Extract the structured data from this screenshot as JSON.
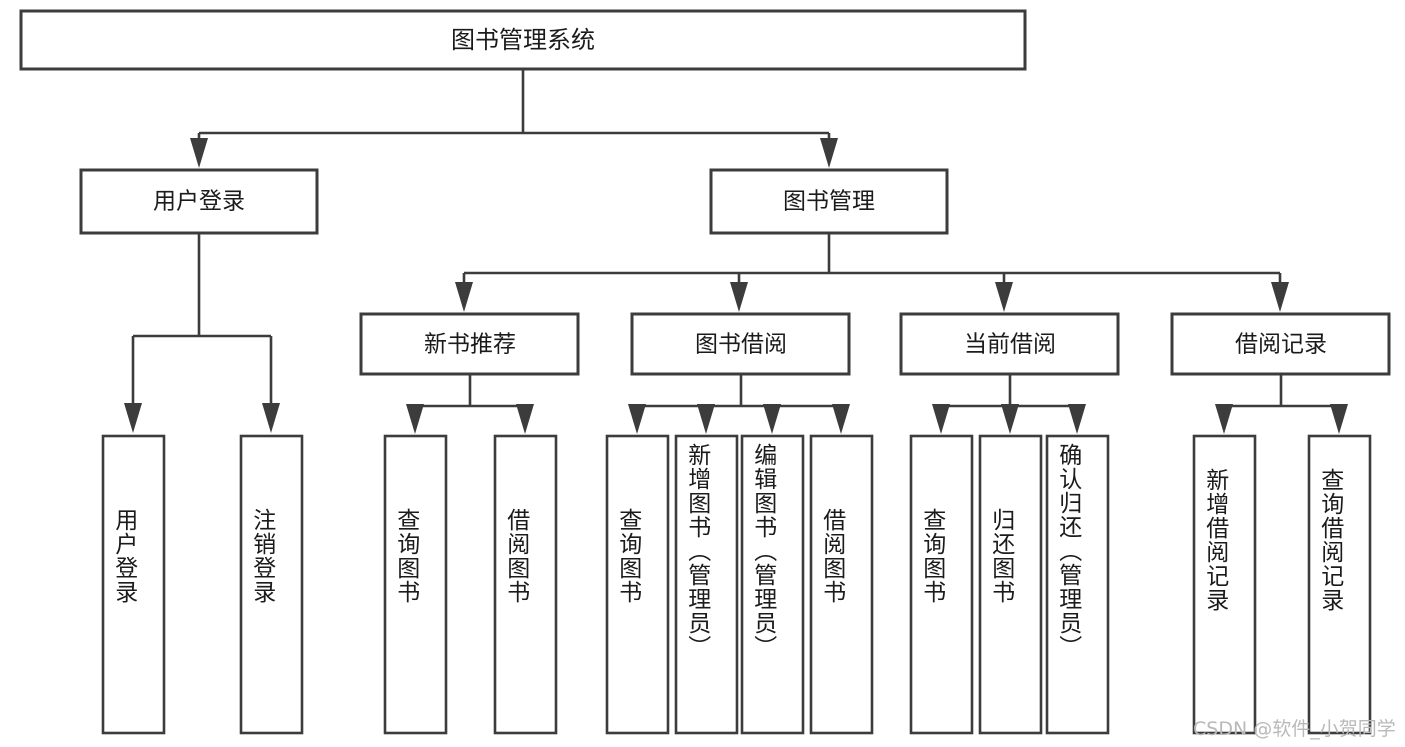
{
  "diagram": {
    "type": "tree",
    "title": "图书管理系统",
    "root": {
      "label": "图书管理系统"
    },
    "level2": [
      {
        "label": "用户登录"
      },
      {
        "label": "图书管理"
      }
    ],
    "level3": [
      {
        "label": "新书推荐"
      },
      {
        "label": "图书借阅"
      },
      {
        "label": "当前借阅"
      },
      {
        "label": "借阅记录"
      }
    ],
    "leaves": {
      "user_login": [
        {
          "label": "用户登录"
        },
        {
          "label": "注销登录"
        }
      ],
      "new_book_recommend": [
        {
          "label": "查询图书"
        },
        {
          "label": "借阅图书"
        }
      ],
      "book_borrow": [
        {
          "label": "查询图书"
        },
        {
          "label": "新增图书（管理员）"
        },
        {
          "label": "编辑图书（管理员）"
        },
        {
          "label": "借阅图书"
        }
      ],
      "current_borrow": [
        {
          "label": "查询图书"
        },
        {
          "label": "归还图书"
        },
        {
          "label": "确认归还（管理员）"
        }
      ],
      "borrow_record": [
        {
          "label": "新增借阅记录"
        },
        {
          "label": "查询借阅记录"
        }
      ]
    }
  },
  "watermark": {
    "text": "CSDN @软件_小贺同学"
  },
  "colors": {
    "stroke": "#3c3c3c",
    "fill": "#ffffff",
    "text": "#1b1b1b",
    "watermark": "#b9b9b9"
  }
}
